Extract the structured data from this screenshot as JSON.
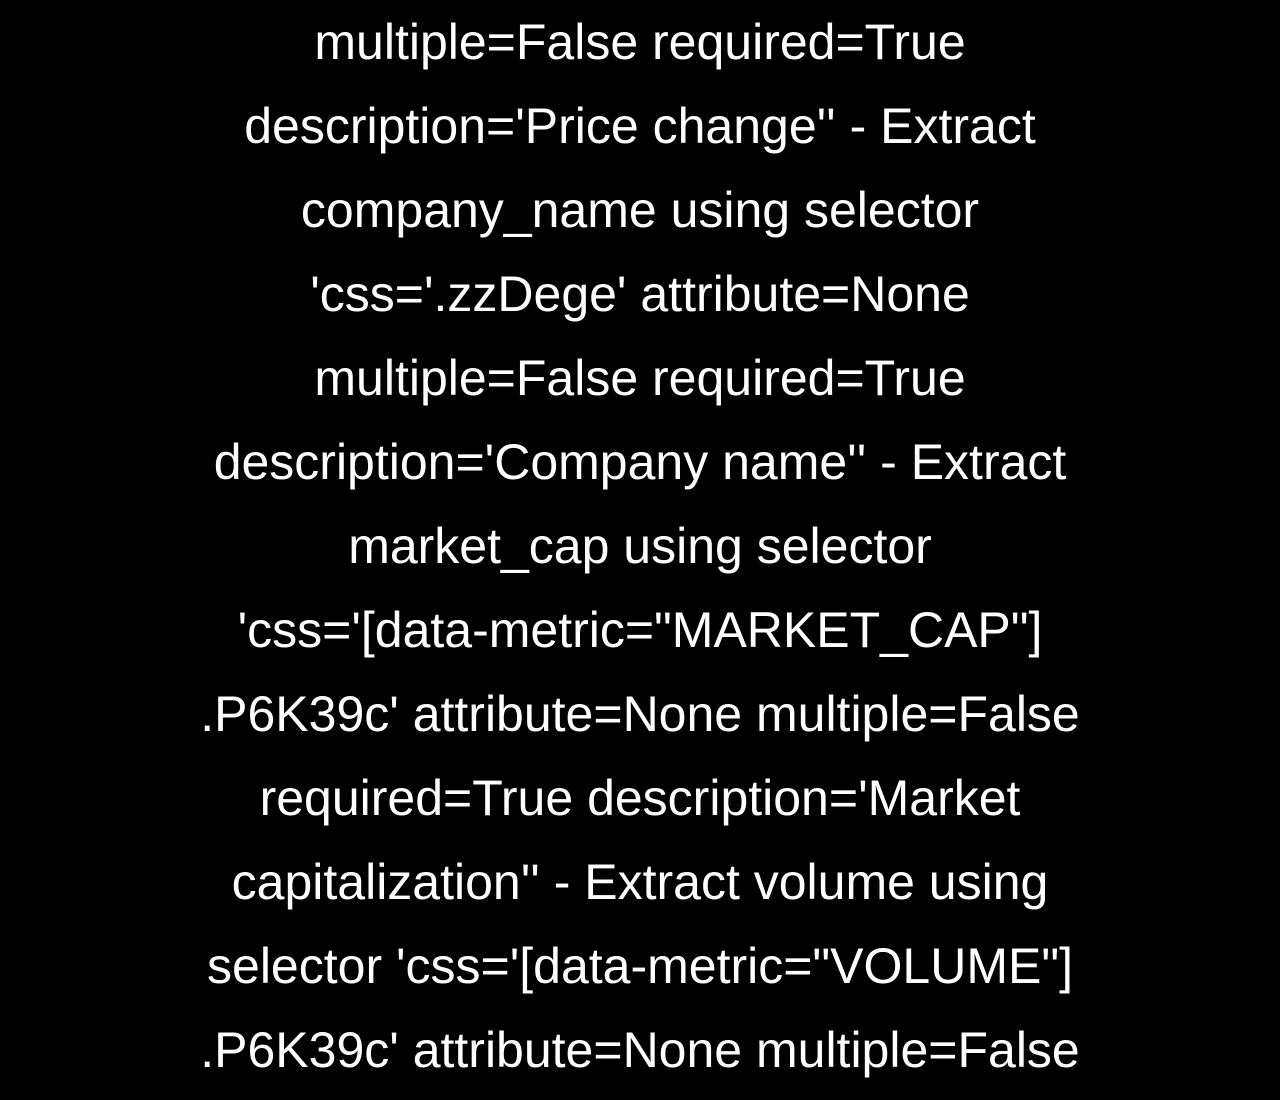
{
  "colors": {
    "background": "#000000",
    "text": "#ffffff"
  },
  "lines": [
    "multiple=False required=True",
    "description='Price change'' - Extract",
    "company_name using selector",
    "'css='.zzDege' attribute=None",
    "multiple=False required=True",
    "description='Company name'' - Extract",
    "market_cap using selector",
    "'css='[data-metric=\"MARKET_CAP\"]",
    ".P6K39c' attribute=None multiple=False",
    "required=True description='Market",
    "capitalization'' - Extract volume using",
    "selector 'css='[data-metric=\"VOLUME\"]",
    ".P6K39c' attribute=None multiple=False"
  ]
}
